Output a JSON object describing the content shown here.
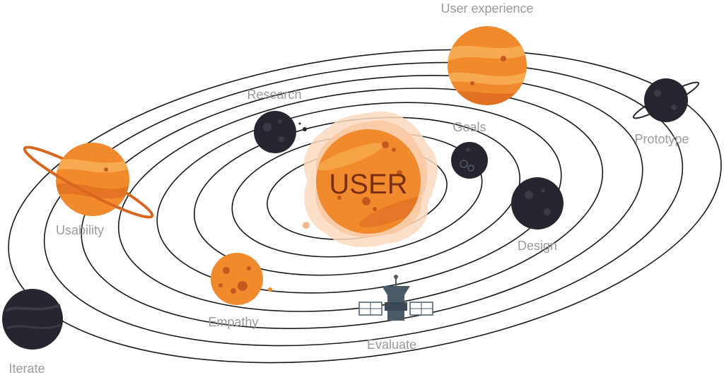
{
  "center": {
    "label": "USER"
  },
  "bodies": [
    {
      "id": "user-experience",
      "label": "User experience"
    },
    {
      "id": "research",
      "label": "Research"
    },
    {
      "id": "goals",
      "label": "Goals"
    },
    {
      "id": "prototype",
      "label": "Prototype"
    },
    {
      "id": "usability",
      "label": "Usability"
    },
    {
      "id": "design",
      "label": "Design"
    },
    {
      "id": "empathy",
      "label": "Empathy"
    },
    {
      "id": "evaluate",
      "label": "Evaluate"
    },
    {
      "id": "iterate",
      "label": "Iterate"
    }
  ],
  "colors": {
    "orange": "#f08a2c",
    "orange_light": "#f6a94f",
    "orange_dark": "#d9661f",
    "dark_planet": "#262631",
    "orbit": "#1a1a1a",
    "label": "#9a9a9a"
  }
}
